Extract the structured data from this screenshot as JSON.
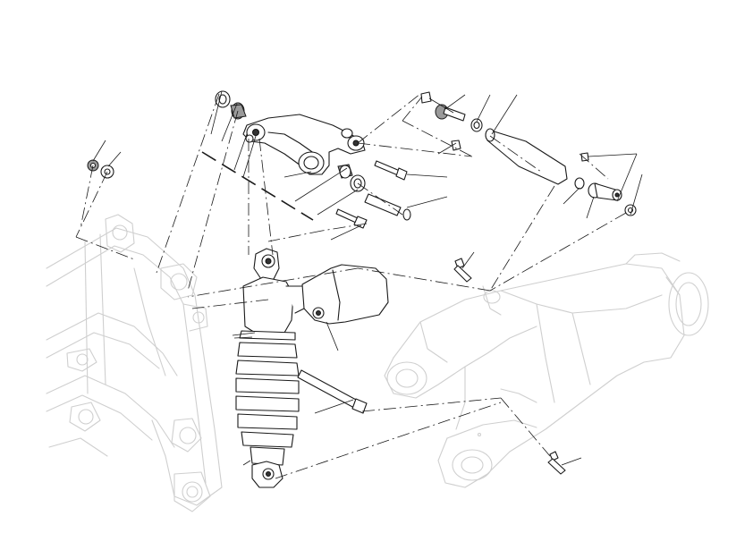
{
  "diagram": {
    "type": "exploded-parts-view",
    "parts": [
      "washer-left",
      "nut-left",
      "rocker-arm",
      "needle-bearing-upper",
      "needle-bearing-lower",
      "seal-ring",
      "rocker-bolt-long",
      "rocker-spacer",
      "rocker-bolt-short",
      "tie-rod-bolt-top",
      "tie-rod-spherical-joint",
      "tie-rod-washer",
      "tie-rod-body",
      "tie-rod-nut",
      "tie-rod-bushing",
      "tie-rod-end",
      "tie-rod-end-washer",
      "shock-absorber",
      "shock-reservoir",
      "shock-spring",
      "shock-bolt",
      "swingarm-bolt-top",
      "swingarm",
      "swingarm-bolt-bottom",
      "frame"
    ]
  }
}
